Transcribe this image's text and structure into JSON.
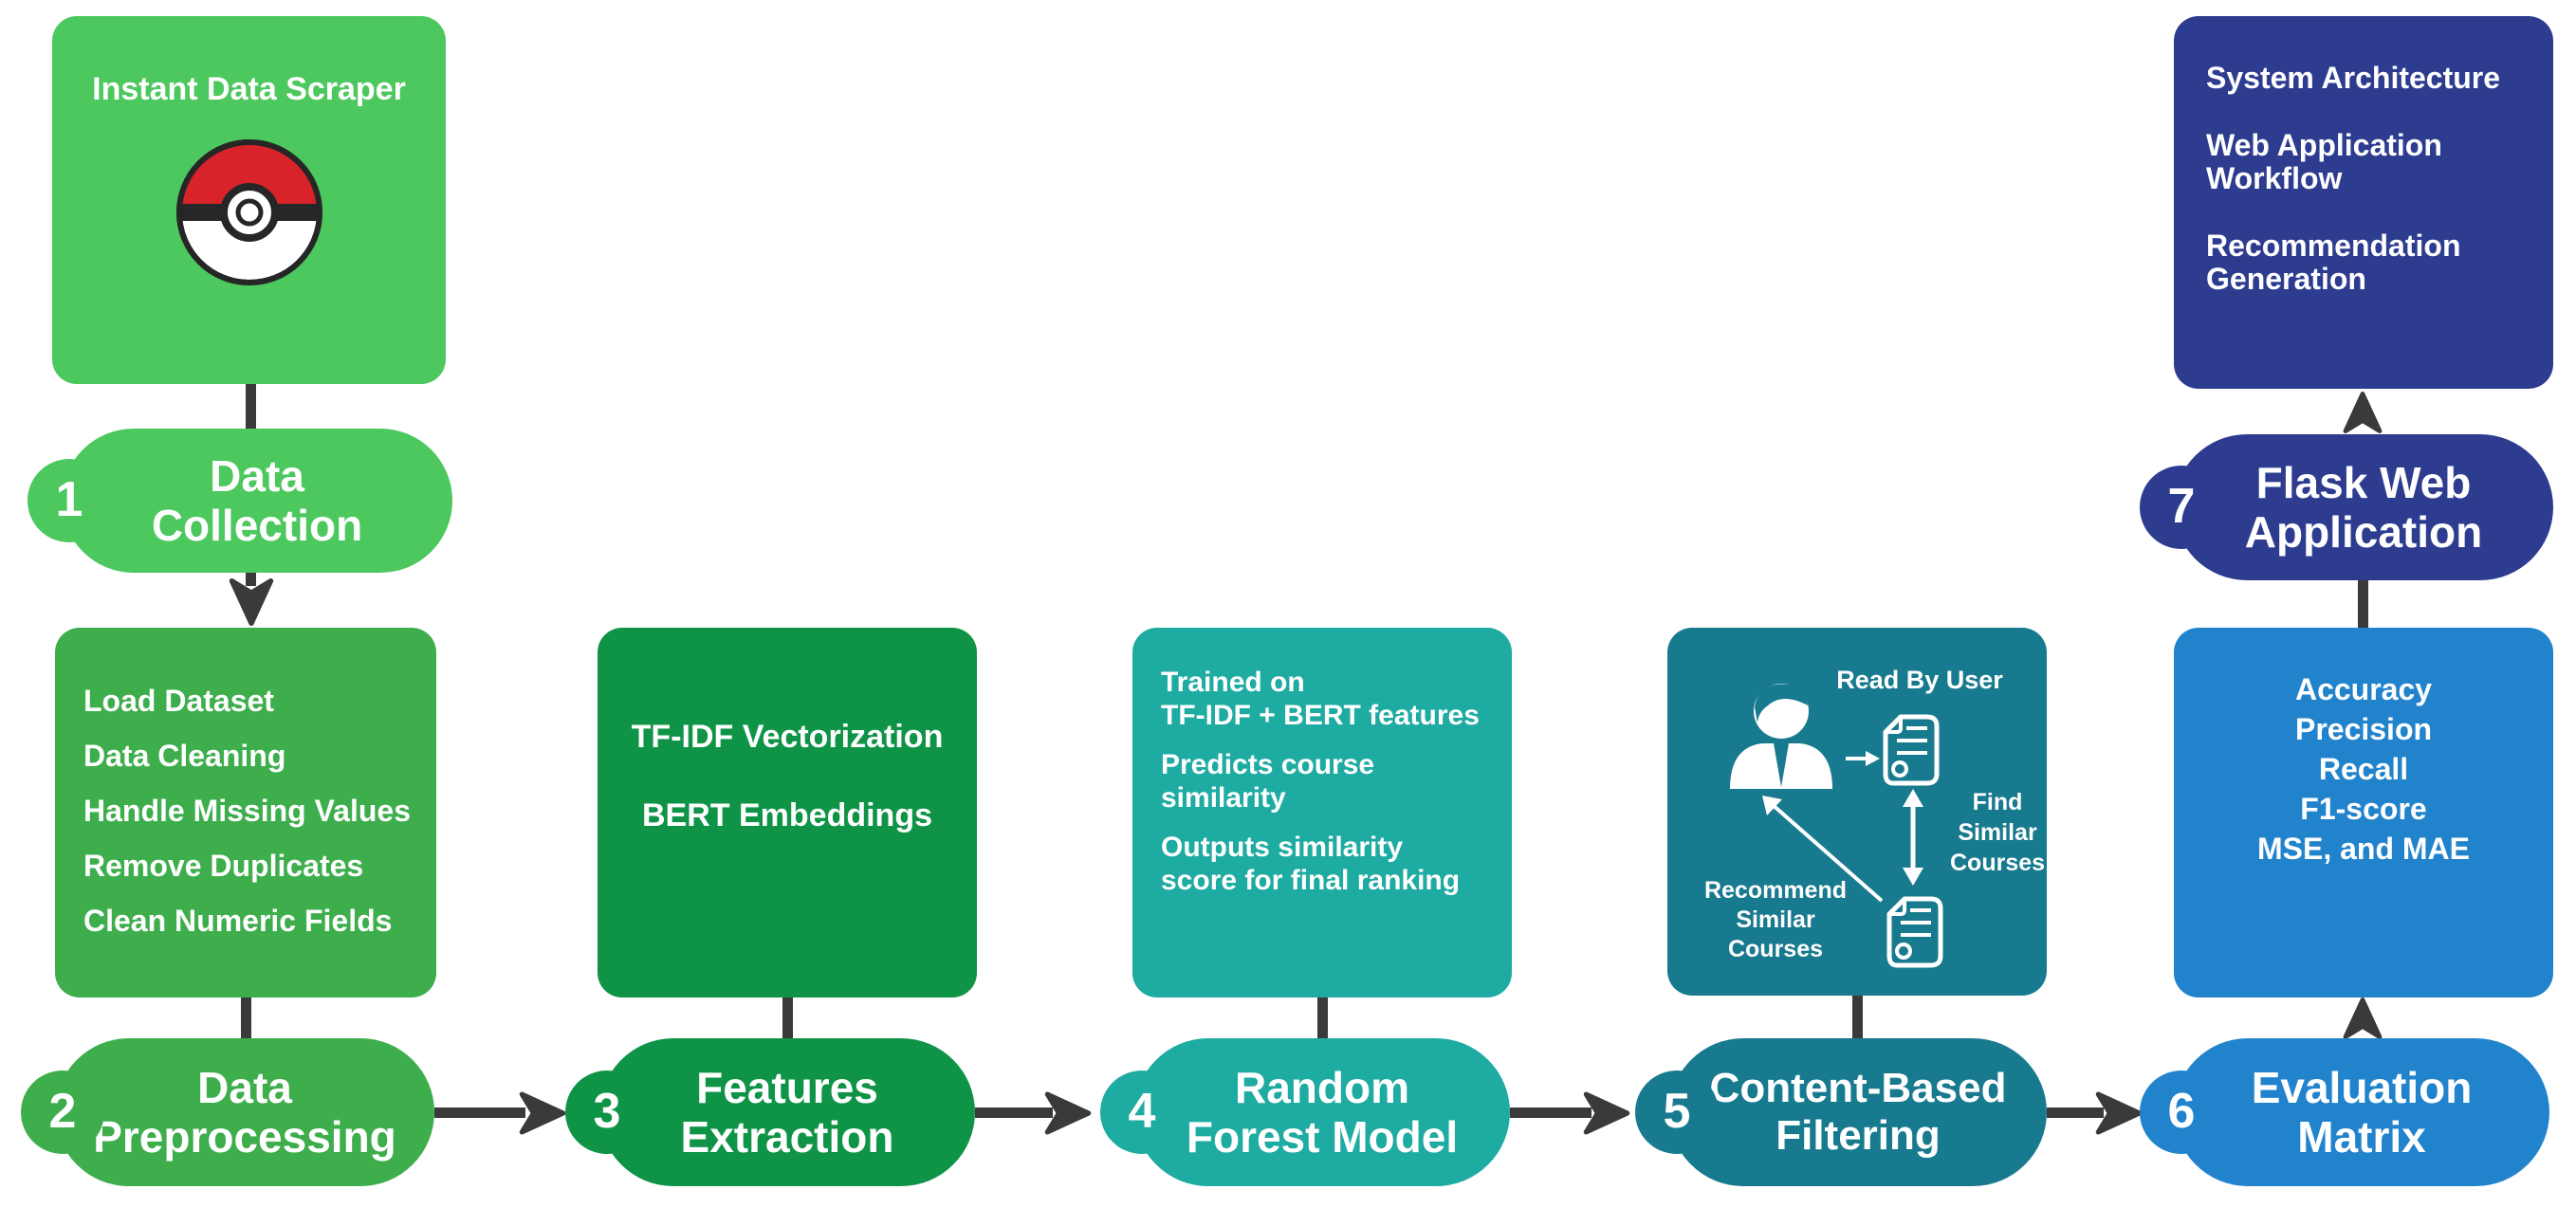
{
  "colors": {
    "green_light": "#4cc85e",
    "green_mid": "#3eae4d",
    "green_dark": "#0f9447",
    "teal": "#1eaba2",
    "teal_dark": "#187a8e",
    "blue": "#2283cd",
    "navy": "#2e3c90",
    "connector": "#3a3a3a",
    "pokeball_red": "#d8232a",
    "text": "#ffffff"
  },
  "steps": [
    {
      "number": "1",
      "label_lines": [
        "Data",
        "Collection"
      ],
      "box": {
        "title": "Instant Data Scraper",
        "icon": "pokeball-icon"
      }
    },
    {
      "number": "2",
      "label_lines": [
        "Data",
        "Preprocessing"
      ],
      "box": {
        "items": [
          "Load Dataset",
          "Data Cleaning",
          "Handle Missing Values",
          "Remove Duplicates",
          "Clean Numeric Fields"
        ]
      }
    },
    {
      "number": "3",
      "label_lines": [
        "Features",
        "Extraction"
      ],
      "box": {
        "items": [
          "TF-IDF Vectorization",
          "BERT Embeddings"
        ]
      }
    },
    {
      "number": "4",
      "label_lines": [
        "Random",
        "Forest Model"
      ],
      "box": {
        "groups": [
          [
            "Trained on",
            "TF-IDF + BERT features"
          ],
          [
            "Predicts course",
            "similarity"
          ],
          [
            "Outputs similarity",
            "score for final ranking"
          ]
        ]
      }
    },
    {
      "number": "5",
      "label_lines": [
        "Content-Based",
        "Filtering"
      ],
      "box": {
        "diagram": {
          "read_by_user": "Read By User",
          "find_lines": [
            "Find",
            "Similar",
            "Courses"
          ],
          "recommend_lines": [
            "Recommend",
            "Similar",
            "Courses"
          ]
        }
      }
    },
    {
      "number": "6",
      "label_lines": [
        "Evaluation",
        "Matrix"
      ],
      "box": {
        "items": [
          "Accuracy",
          "Precision",
          "Recall",
          "F1-score",
          "MSE, and MAE"
        ]
      }
    },
    {
      "number": "7",
      "label_lines": [
        "Flask Web",
        "Application"
      ],
      "box": {
        "groups": [
          [
            "System Architecture"
          ],
          [
            "Web Application",
            "Workflow"
          ],
          [
            "Recommendation",
            "Generation"
          ]
        ]
      }
    }
  ]
}
